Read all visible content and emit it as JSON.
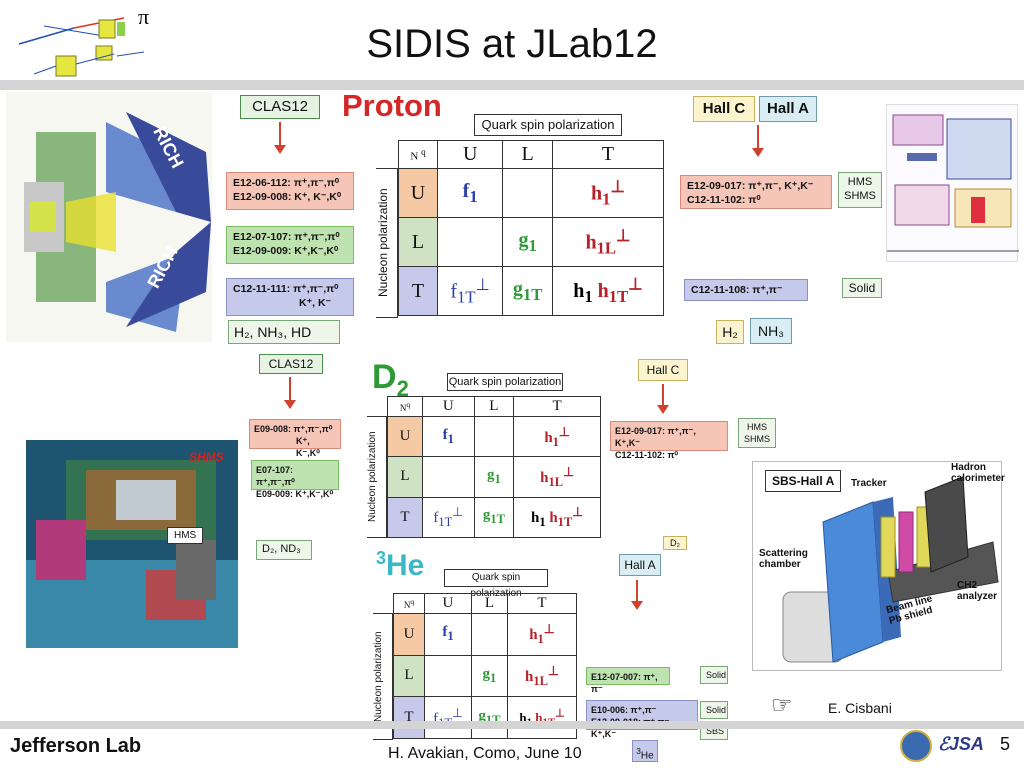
{
  "slide": {
    "title": "SIDIS at JLab12",
    "page_number": "5",
    "footer": "H. Avakian, Como,  June 10",
    "logo_text": "Jefferson Lab",
    "author": "E. Cisbani",
    "pi_symbol": "π"
  },
  "proton": {
    "heading": "Proton",
    "clas_label": "CLAS12",
    "rich_label": "RICH",
    "clas_boxes": [
      {
        "lines": [
          "E12-06-112: π⁺,π⁻,π⁰",
          "E12-09-008: K⁺, K⁻,K⁰"
        ]
      },
      {
        "lines": [
          "E12-07-107: π⁺,π⁻,π⁰",
          "E12-09-009: K⁺,K⁻,K⁰"
        ]
      },
      {
        "lines": [
          "C12-11-111: π⁺,π⁻,π⁰",
          "K⁺, K⁻"
        ]
      }
    ],
    "targets": "H₂, NH₃, HD",
    "hall_c": "Hall C",
    "hall_a": "Hall A",
    "hall_boxes": [
      {
        "lines": [
          "E12-09-017: π⁺,π⁻, K⁺,K⁻",
          "C12-11-102: π⁰"
        ]
      },
      {
        "lines": [
          "C12-11-108: π⁺,π⁻"
        ]
      }
    ],
    "hms_shms": [
      "HMS",
      "SHMS"
    ],
    "solid": "Solid",
    "h2": "H₂",
    "nh3": "NH₃"
  },
  "deuteron": {
    "heading": "D",
    "heading_sub": "2",
    "clas_label": "CLAS12",
    "clas_boxes": [
      {
        "lines": [
          "E09-008: π⁺,π⁻,π⁰",
          "K⁺, K⁻,K⁰"
        ]
      },
      {
        "lines": [
          "E07-107: π⁺,π⁻,π⁰",
          "E09-009: K⁺,K⁻,K⁰"
        ]
      }
    ],
    "targets": "D₂, ND₃",
    "hall_c": "Hall C",
    "hall_box": {
      "lines": [
        "E12-09-017: π⁺,π⁻, K⁺,K⁻",
        "C12-11-102: π⁰"
      ]
    },
    "hms_shms": [
      "HMS",
      "SHMS"
    ],
    "d2": "D₂",
    "shms_label": "SHMS",
    "hms_label": "HMS"
  },
  "helium": {
    "heading": "He",
    "heading_sup": "3",
    "hall_a": "Hall A",
    "boxes": [
      {
        "lines": [
          "E12-07-007: π⁺, π⁻"
        ]
      },
      {
        "lines": [
          "E10-006: π⁺,π⁻",
          "E12-09-018: π⁺,π⁻, K⁺,K⁻"
        ]
      }
    ],
    "solid": "Solid",
    "sbs": "SBS",
    "he3_label": "He",
    "he3_sup": "3"
  },
  "table": {
    "title": "Quark spin polarization",
    "corner_n": "N",
    "corner_q": "q",
    "side_label": "Nucleon polarization",
    "cols": [
      "U",
      "L",
      "T"
    ],
    "rows": [
      "U",
      "L",
      "T"
    ]
  },
  "sbs_figure": {
    "title": "SBS-Hall A",
    "labels": [
      "Tracker",
      "Hadron calorimeter",
      "Scattering chamber",
      "CH2 analyzer",
      "Beam line Pb shield"
    ]
  }
}
